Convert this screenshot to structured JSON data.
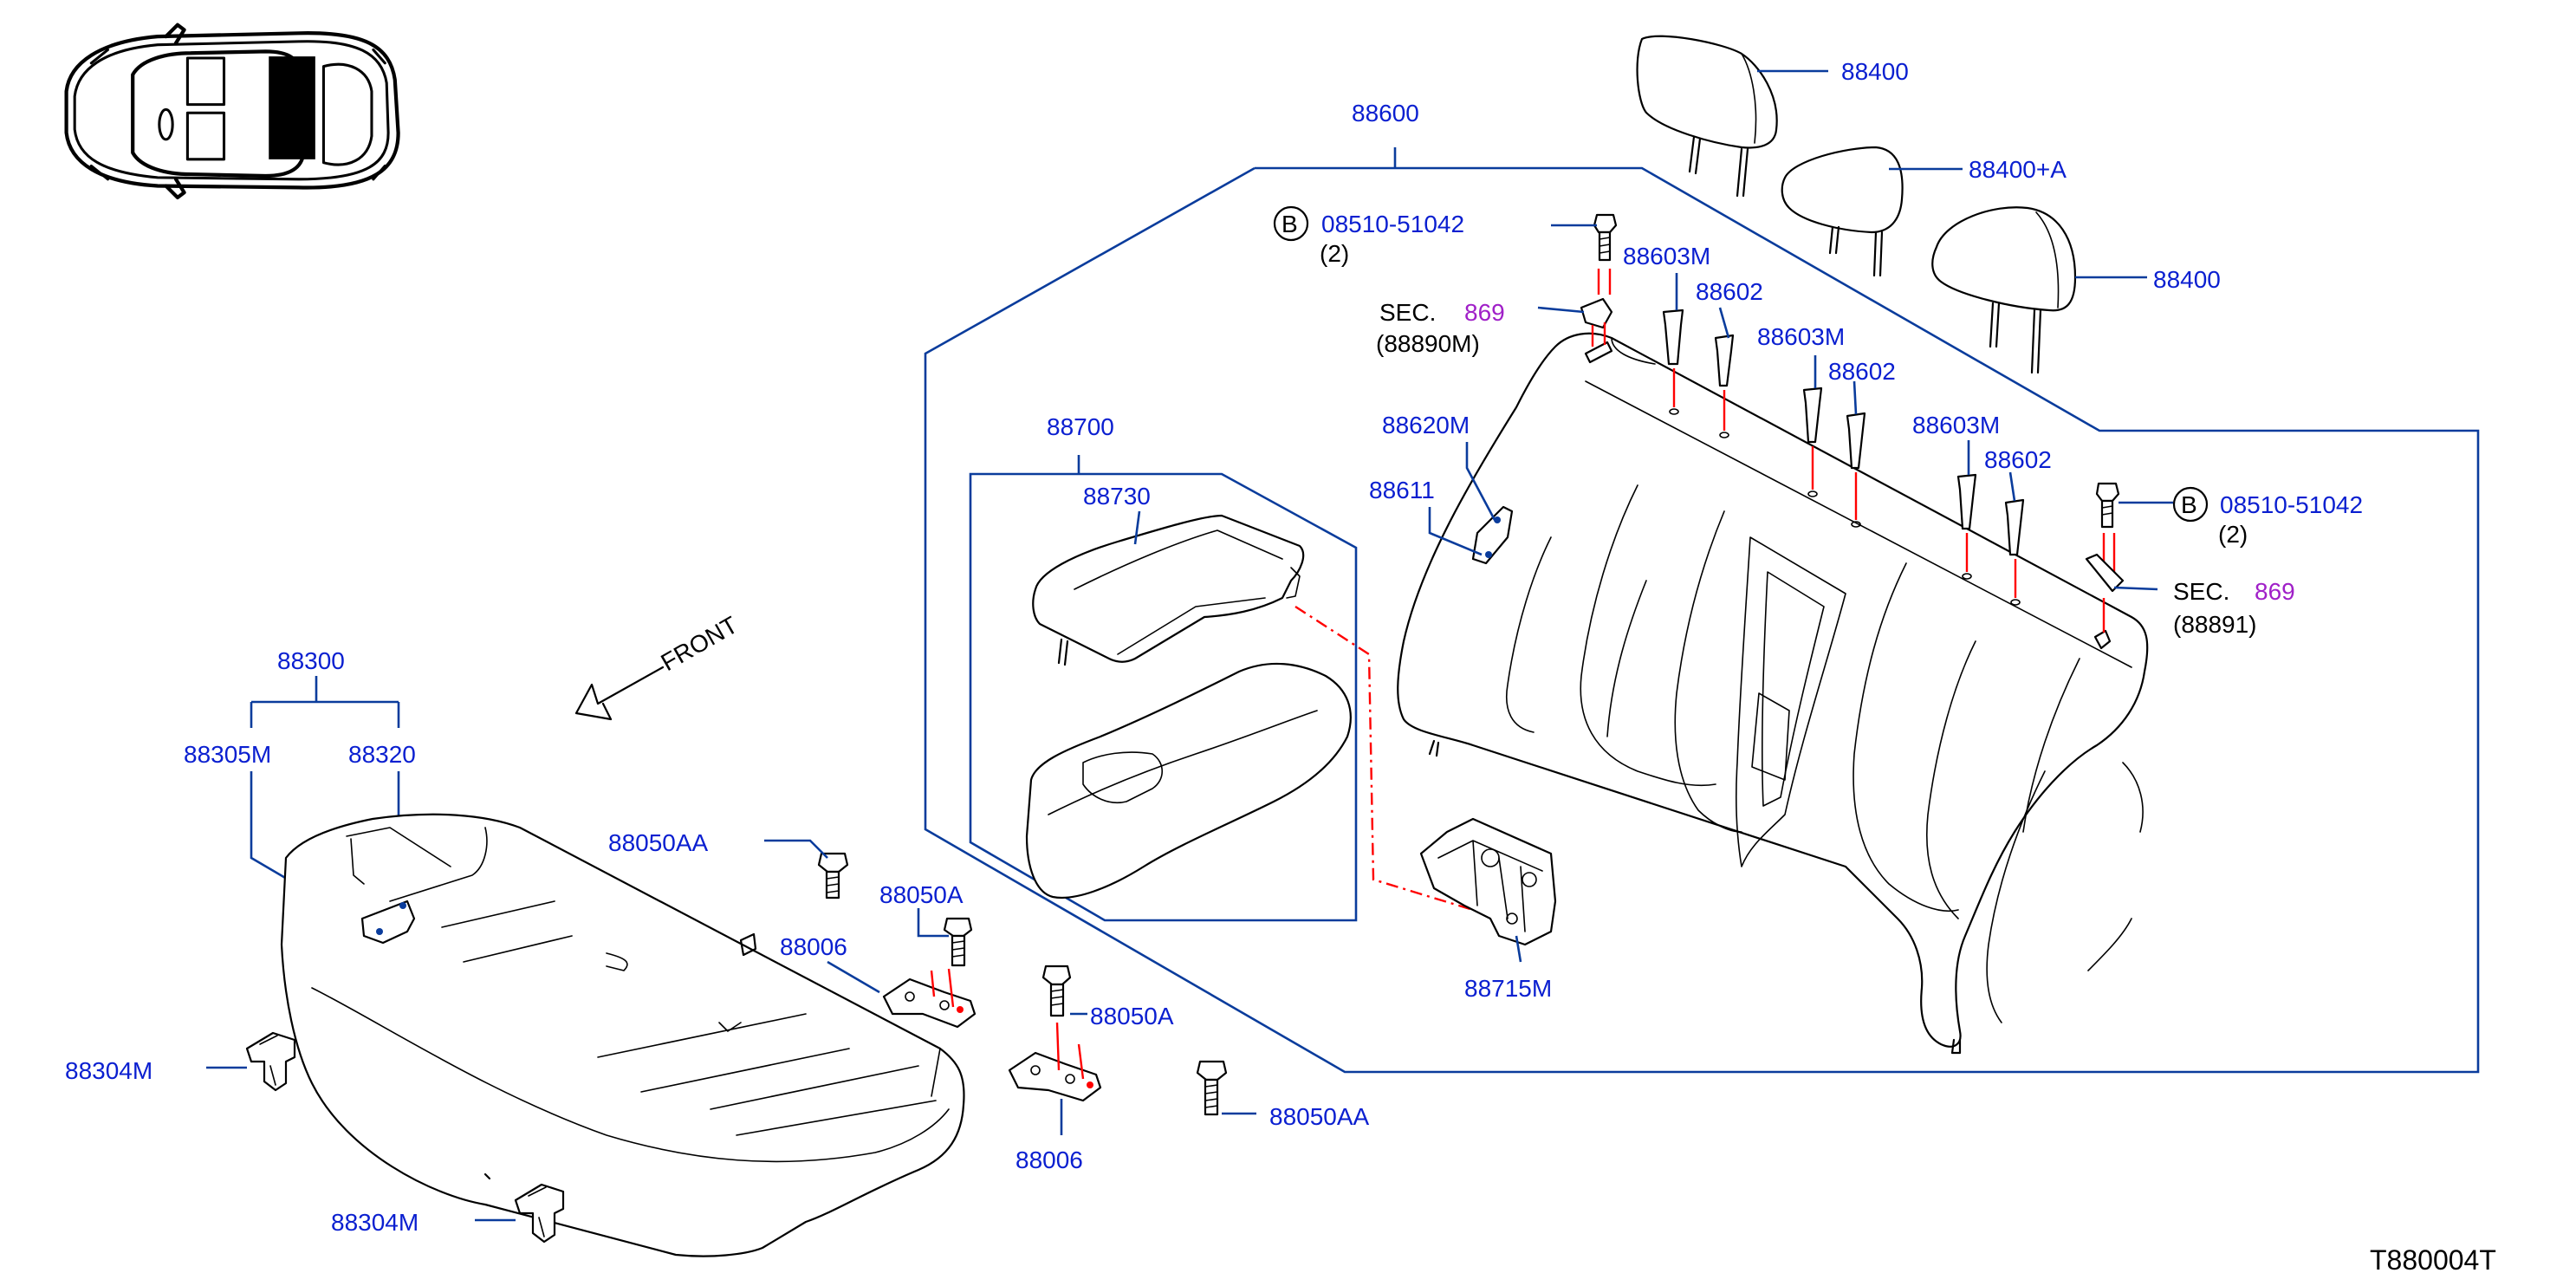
{
  "labels": {
    "l_88600": "88600",
    "l_88400_top": "88400",
    "l_88400a": "88400+A",
    "l_88400_right": "88400",
    "l_bolt_left_code": "08510-51042",
    "l_bolt_left_qty": "(2)",
    "l_bolt_right_code": "08510-51042",
    "l_bolt_right_qty": "(2)",
    "b_marker": "B",
    "sec_text": "SEC.",
    "sec_ref": "869",
    "sec_left_part": "(88890M)",
    "sec_right_part": "(88891)",
    "l_88603m_1": "88603M",
    "l_88602_1": "88602",
    "l_88603m_2": "88603M",
    "l_88602_2": "88602",
    "l_88603m_3": "88603M",
    "l_88602_3": "88602",
    "l_88620m": "88620M",
    "l_88611": "88611",
    "l_88700": "88700",
    "l_88730": "88730",
    "l_88715m": "88715M",
    "front": "FRONT",
    "l_88300": "88300",
    "l_88305m": "88305M",
    "l_88320": "88320",
    "l_88050aa_1": "88050AA",
    "l_88050a_1": "88050A",
    "l_88006_1": "88006",
    "l_88050a_2": "88050A",
    "l_88006_2": "88006",
    "l_88050aa_2": "88050AA",
    "l_88304m_1": "88304M",
    "l_88304m_2": "88304M",
    "diagram_code": "T880004T"
  }
}
